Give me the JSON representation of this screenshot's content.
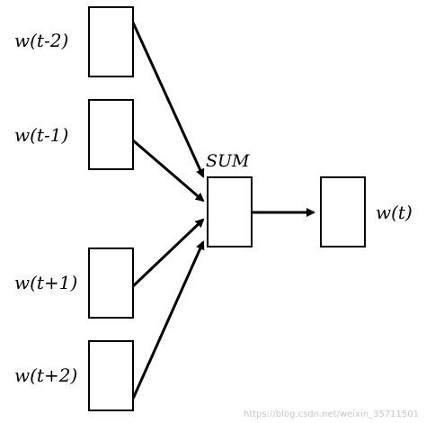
{
  "inputs": [
    {
      "label": "w(t-2)"
    },
    {
      "label": "w(t-1)"
    },
    {
      "label": "w(t+1)"
    },
    {
      "label": "w(t+2)"
    }
  ],
  "sum_label": "SUM",
  "output_label": "w(t)",
  "watermark": "https://blog.csdn.net/weixin_35711501",
  "colors": {
    "stroke": "#000000",
    "background": "#ffffff",
    "watermark": "#c8c8c8"
  }
}
